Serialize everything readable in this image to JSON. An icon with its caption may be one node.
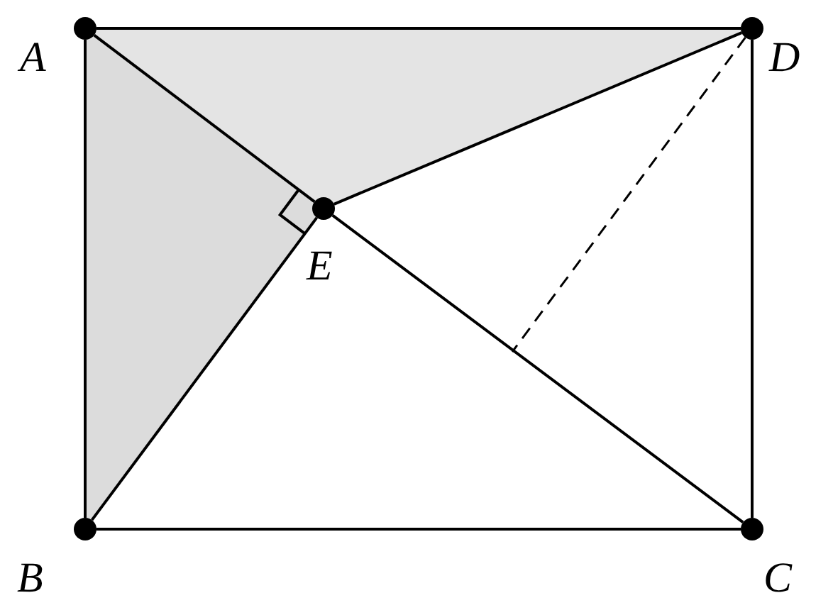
{
  "diagram": {
    "nodes": [
      {
        "text": [],
        "shape": "circle",
        "beside": [
          "A"
        ]
      },
      {
        "text": [],
        "shape": "circle",
        "beside": [
          "B"
        ]
      },
      {
        "text": [],
        "shape": "circle",
        "beside": [
          "C"
        ]
      },
      {
        "text": [],
        "shape": "circle",
        "beside": [
          "D"
        ]
      },
      {
        "text": [],
        "shape": "circle",
        "beside": [
          "E"
        ]
      }
    ],
    "edges": [
      {
        "from": 0,
        "to": 3,
        "arrow": "none"
      },
      {
        "from": 0,
        "to": 1,
        "arrow": "none"
      },
      {
        "from": 1,
        "to": 2,
        "arrow": "none"
      },
      {
        "from": 3,
        "to": 2,
        "arrow": "none"
      },
      {
        "from": 0,
        "to": 4,
        "arrow": "none"
      },
      {
        "from": 4,
        "to": 2,
        "arrow": "none"
      },
      {
        "from": 1,
        "to": 4,
        "arrow": "none"
      },
      {
        "from": 4,
        "to": 3,
        "arrow": "none"
      },
      {
        "from": 3,
        "to": null,
        "arrow": "none",
        "style": "dashed"
      }
    ]
  }
}
